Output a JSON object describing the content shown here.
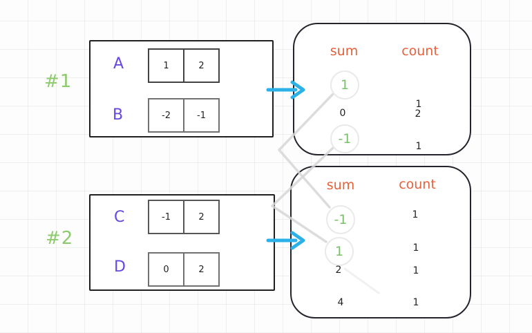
{
  "colors": {
    "purple": "#6648e0",
    "label_green": "#8cca6c",
    "value_green": "#77c266",
    "orange": "#e8603a",
    "cyan": "#2bb0e8",
    "ink": "#1f1f1f",
    "connector_gray": "#d6d6d6"
  },
  "example1": {
    "label": "#1",
    "arrays": [
      {
        "name": "A",
        "values": [
          "1",
          "2"
        ]
      },
      {
        "name": "B",
        "values": [
          "-2",
          "-1"
        ]
      }
    ],
    "result_table": {
      "sum_header": "sum",
      "count_header": "count",
      "rows": [
        {
          "sum": "1",
          "count": "1",
          "highlighted": true
        },
        {
          "sum": "0",
          "count": "2",
          "highlighted": false
        },
        {
          "sum": "-1",
          "count": "1",
          "highlighted": true
        }
      ]
    }
  },
  "example2": {
    "label": "#2",
    "arrays": [
      {
        "name": "C",
        "values": [
          "-1",
          "2"
        ]
      },
      {
        "name": "D",
        "values": [
          "0",
          "2"
        ]
      }
    ],
    "result_table": {
      "sum_header": "sum",
      "count_header": "count",
      "rows": [
        {
          "sum": "-1",
          "count": "1",
          "highlighted": true
        },
        {
          "sum": "1",
          "count": "1",
          "highlighted": true
        },
        {
          "sum": "2",
          "count": "1",
          "highlighted": false
        },
        {
          "sum": "4",
          "count": "1",
          "highlighted": false
        }
      ]
    }
  }
}
